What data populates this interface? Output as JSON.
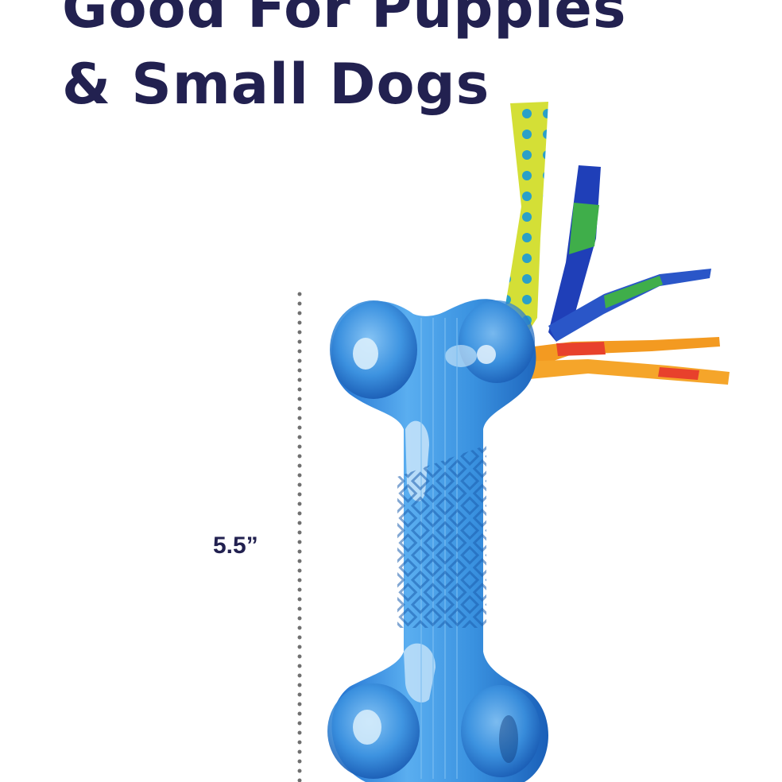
{
  "headline": {
    "line1": "Good For Puppies",
    "line2": "& Small Dogs"
  },
  "measurement": {
    "label": "5.5”"
  },
  "colors": {
    "headline": "#222150",
    "bone_blue": "#2f86d8",
    "ribbon_yellow": "#d6e23a",
    "ribbon_blue": "#1f3fb8",
    "ribbon_green": "#3fae4a",
    "ribbon_orange": "#f39a21",
    "ribbon_red": "#e8412c"
  },
  "icons": [
    "bone-toy-image",
    "ribbon-tassels"
  ]
}
